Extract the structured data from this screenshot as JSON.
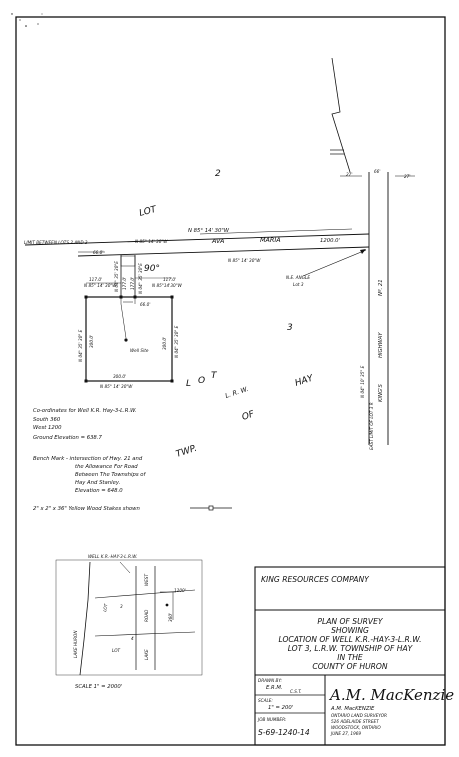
{
  "map": {
    "lot_2": "2",
    "lot_word": "LOT",
    "lot_3": "3",
    "lot_letters": [
      "L",
      "O",
      "T"
    ],
    "lrw": "L. R. W.",
    "hay": "HAY",
    "of": "OF",
    "twp": "TWP.",
    "ava": "AVA",
    "maria": "MARIA",
    "limit_between_lots": "LIMIT BETWEEN LOTS 2 AND 3",
    "bearing_road_top": "N 85° 14' 30\"W",
    "bearing_limit": "N 85° 14' 30\"W",
    "bearing_road_bottom": "N 85° 14' 30\"W",
    "dist_road": "1200.0'",
    "dist_66_left": "66.0'",
    "dist_27_left": "27'",
    "dist_66_hwy": "66'",
    "dist_27_right": "27'",
    "angle_90": "90°",
    "left_117": "117.0'",
    "left_bearing": "N 85° 14' 30\"W",
    "right_117": "117.0'",
    "right_bearing": "N 85°14'30\"W",
    "vert_label_a": "N 04° 35' 30\"E",
    "vert_label_b": "177.0'",
    "vert_label_c": "177.0'",
    "vert_label_d": "N 04° 35' 30\"E",
    "dist_66_bottom": "66.0'",
    "west_bearing": "N 04° 35' 30\" E",
    "west_dist": "300.0'",
    "east_bearing": "N 04° 35' 30\" E",
    "east_dist": "300.0'",
    "south_dist": "300.0'",
    "south_bearing": "N 85° 14' 30\"W",
    "well_site": "Well Site",
    "ne_angle_1": "N.E. ANGLE",
    "ne_angle_2": "Lot 3",
    "highway_no": "Nº. 21",
    "highway_name": "HIGHWAY",
    "kings": "KING'S",
    "hwy_bearing": "N 04° 10' 35\" E",
    "east_limit": "EAST LIMIT OF LOT 3 R"
  },
  "notes": {
    "coords_title": "Co-ordinates for Well K.R. Hay-3-L.R.W.",
    "south": "South   360",
    "west": "West    1200",
    "ground": "Ground Elevation = 638.7",
    "bench_1": "Bench Mark - intersection of Hwy. 21 and",
    "bench_2": "the Allowance For Road",
    "bench_3": "Between The Townships of",
    "bench_4": "Hay And Stanley.",
    "bench_5": "Elevation = 648.0",
    "stakes": "2\" x 2\" x 36\"  Yellow Wood Stakes shown"
  },
  "keymap": {
    "title": "WELL K.R.-HAY-3-L.R.W.",
    "west": "WEST",
    "dist": "1200'",
    "lot_a": "LOT",
    "num_3": "3",
    "road": "ROAD",
    "dist_360": "360'",
    "lot_b": "LOT",
    "num_4": "4",
    "lake": "LAKE",
    "lake_huron": "LAKE  HURON",
    "scale": "SCALE  1\" = 2000'"
  },
  "title_block": {
    "company": "KING    RESOURCES    COMPANY",
    "line1": "PLAN  OF  SURVEY",
    "line2": "SHOWING",
    "line3": "LOCATION OF WELL K.R.-HAY-3-L.R.W.",
    "line4": "LOT 3, L.R.W. TOWNSHIP OF HAY",
    "line5": "IN    THE",
    "line6": "COUNTY OF HURON",
    "drawn_by_label": "DRAWN BY:",
    "drawn_by": "E.R.M.",
    "checked": "C.S.T.",
    "scale_label": "SCALE:",
    "scale": "1\" = 200'",
    "job_label": "JOB NUMBER:",
    "job": "S-69-1240-14",
    "signature": "A.M. MacKenzie",
    "surveyor_name": "A.M. MacKENZIE",
    "surveyor_title": "ONTARIO LAND SURVEYOR",
    "surveyor_street": "526 ADELAIDE STREET",
    "surveyor_city": "WOODSTOCK, ONTARIO",
    "date": "JUNE 27, 1969"
  }
}
